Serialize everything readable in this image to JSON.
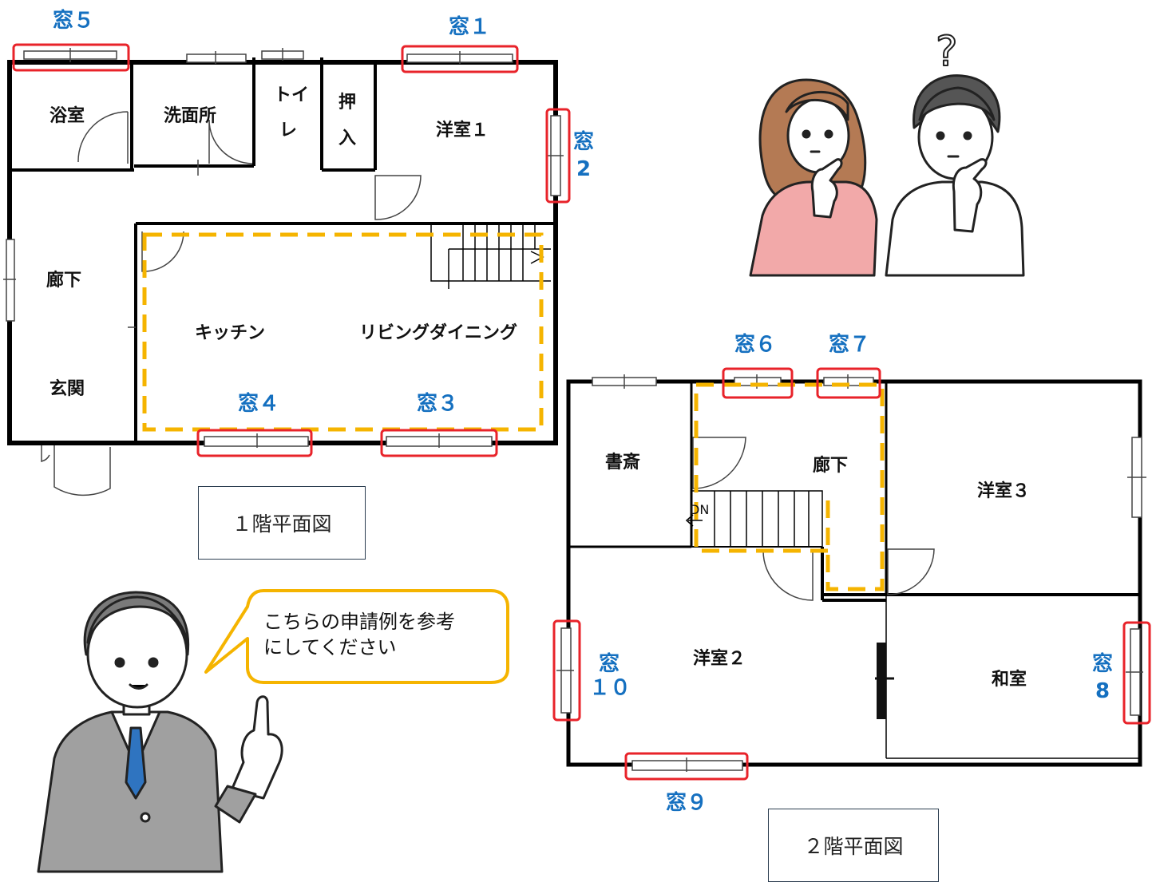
{
  "floor1": {
    "caption": "１階平面図",
    "rooms": {
      "bath": "浴室",
      "washroom": "洗面所",
      "toilet_1": "トイ",
      "toilet_2": "レ",
      "closet_1": "押",
      "closet_2": "入",
      "western1": "洋室１",
      "hallway": "廊下",
      "entrance": "玄関",
      "kitchen": "キッチン",
      "living": "リビングダイニング"
    },
    "windows": {
      "w1": "窓１",
      "w2_a": "窓",
      "w2_b": "2",
      "w3": "窓３",
      "w4": "窓４",
      "w5": "窓５"
    }
  },
  "floor2": {
    "caption": "２階平面図",
    "rooms": {
      "study": "書斎",
      "hallway": "廊下",
      "western3": "洋室３",
      "western2": "洋室２",
      "japanese": "和室",
      "stairs": "DN"
    },
    "windows": {
      "w6": "窓６",
      "w7": "窓７",
      "w8_a": "窓",
      "w8_b": "8",
      "w9": "窓９",
      "w10_a": "窓",
      "w10_b": "１０"
    }
  },
  "speech": {
    "line1": "こちらの申請例を参考",
    "line2": "にしてください"
  },
  "question_mark": "?",
  "colors": {
    "window_highlight": "#e8232a",
    "label_blue": "#1570c0",
    "dashed_area": "#f5b400",
    "bubble_border": "#f5b400",
    "suit": "#a0a0a0",
    "tie": "#2f74c0",
    "woman_top": "#f2a9a9",
    "hair_brown": "#b47a54",
    "hair_dark": "#555555"
  }
}
